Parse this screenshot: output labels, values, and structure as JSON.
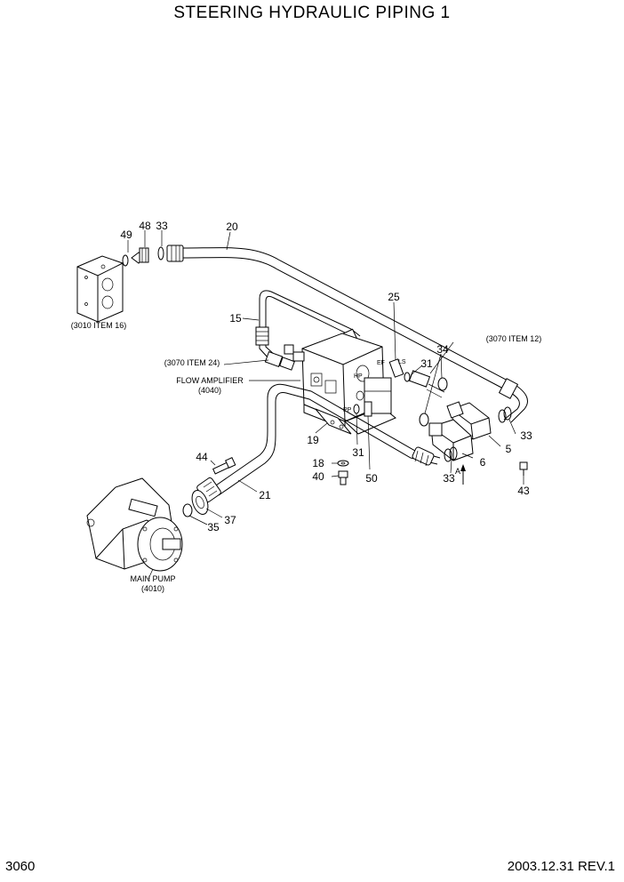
{
  "title": "STEERING HYDRAULIC PIPING 1",
  "page_number": "3060",
  "revision": "2003.12.31  REV.1",
  "references": {
    "ref_3010_16": "(3010 ITEM 16)",
    "ref_3070_24": "(3070 ITEM 24)",
    "ref_3070_12": "(3070 ITEM 12)",
    "flow_amplifier": "FLOW AMPLIFIER",
    "flow_amplifier_code": "(4040)",
    "main_pump": "MAIN PUMP",
    "main_pump_code": "(4010)",
    "arrow_a": "A"
  },
  "port_labels": {
    "hp": "HP",
    "ef": "EF",
    "ls": "LS",
    "pp": "PP"
  },
  "callouts": {
    "c49": "49",
    "c48": "48",
    "c33_top": "33",
    "c20": "20",
    "c25": "25",
    "c15": "15",
    "c31_right": "31",
    "c34": "34",
    "c33_right": "33",
    "c5": "5",
    "c6": "6",
    "c33_bottom": "33",
    "c43": "43",
    "c19": "19",
    "c31_bottom": "31",
    "c50": "50",
    "c18": "18",
    "c40": "40",
    "c44": "44",
    "c21": "21",
    "c37": "37",
    "c35": "35"
  }
}
